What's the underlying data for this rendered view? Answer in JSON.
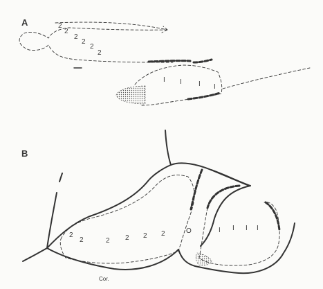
{
  "panels": {
    "a": {
      "label": "A",
      "upper_marks": [
        "2",
        "2",
        "2",
        "2",
        "2",
        "2"
      ],
      "lower_marks": [
        "I",
        "I",
        "I",
        "I"
      ]
    },
    "b": {
      "label": "B",
      "marks": [
        "2",
        "2",
        "2",
        "2",
        "2",
        "2",
        "O",
        "I",
        "I",
        "I",
        "I"
      ],
      "caption": "Cor."
    }
  },
  "colors": {
    "ink": "#333333",
    "stipple": "#555555",
    "background": "#fbfbf9"
  }
}
